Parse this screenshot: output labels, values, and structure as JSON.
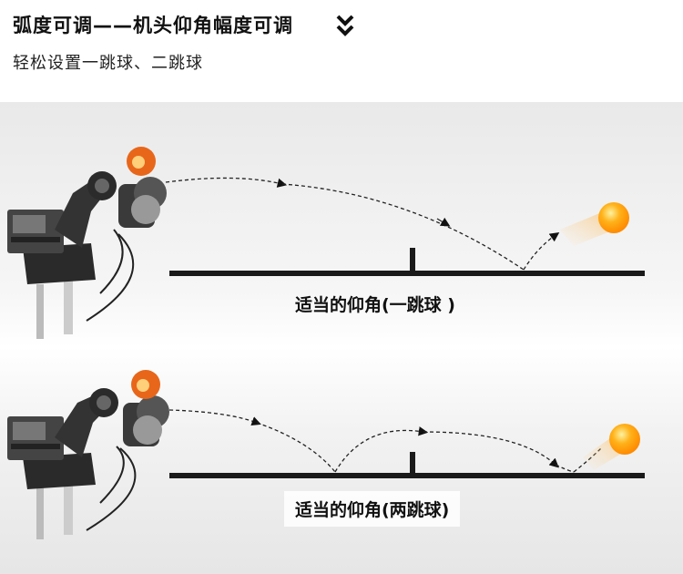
{
  "header": {
    "title": "弧度可调——机头仰角幅度可调",
    "subtitle": "轻松设置一跳球、二跳球"
  },
  "scenes": [
    {
      "caption": "适当的仰角(一跳球 )"
    },
    {
      "caption": "适当的仰角(两跳球)"
    }
  ],
  "colors": {
    "ball": "#ff9a10",
    "machine_head": "#e8661a",
    "table": "#1a1a1a"
  },
  "icons": {
    "chevron": "double-chevron-down-icon"
  }
}
